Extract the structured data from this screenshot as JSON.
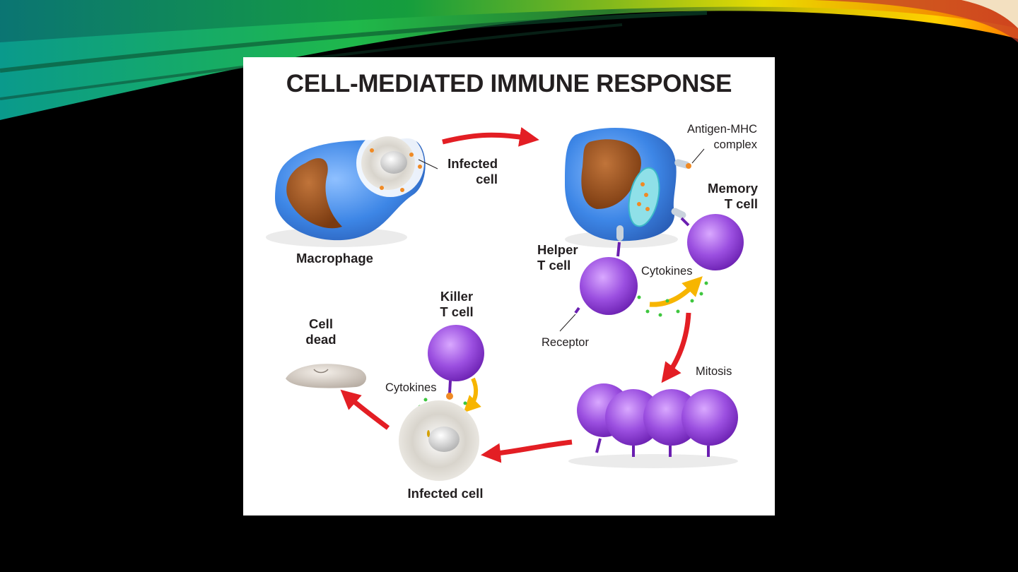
{
  "figure": {
    "title": "CELL-MEDIATED IMMUNE RESPONSE"
  },
  "labels": {
    "infected_cell_top": [
      "Infected",
      "cell"
    ],
    "macrophage": "Macrophage",
    "antigen_mhc": [
      "Antigen-MHC",
      "complex"
    ],
    "memory_t_cell": [
      "Memory",
      "T cell"
    ],
    "helper_t_cell": [
      "Helper",
      "T cell"
    ],
    "cytokines_right": "Cytokines",
    "receptor": "Receptor",
    "killer_t_cell": [
      "Killer",
      "T cell"
    ],
    "cell_dead": [
      "Cell",
      "dead"
    ],
    "cytokines_left": "Cytokines",
    "mitosis": "Mitosis",
    "infected_cell_bottom": "Infected cell"
  },
  "colors": {
    "arrow": "#e31e24",
    "cytokine_arrow": "#f7b500",
    "tcell": "#9b4fe0",
    "macrophage": "#3d86e6",
    "nucleus": "#8b4513",
    "cytokine_dot": "#3ec63e"
  }
}
